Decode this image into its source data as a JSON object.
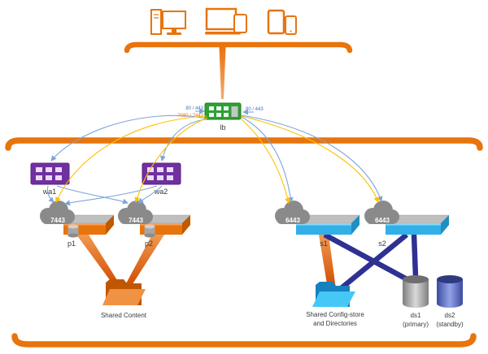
{
  "nodes": {
    "lb": "lb",
    "wa1": "wa1",
    "wa2": "wa2",
    "p1": "p1",
    "p2": "p2",
    "s1": "s1",
    "s2": "s2"
  },
  "ports": {
    "lb_left_web": "80 / 443",
    "lb_left_portal": "7080 / 7443",
    "lb_right": "80 / 443",
    "portal_cloud_1": "7443",
    "portal_cloud_2": "7443",
    "server_cloud_1": "6443",
    "server_cloud_2": "6443"
  },
  "storage": {
    "shared_content": "Shared Content",
    "config_store_line1": "Shared Config-store",
    "config_store_line2": "and Directories",
    "ds1_name": "ds1",
    "ds1_role": "(primary)",
    "ds2_name": "ds2",
    "ds2_role": "(standby)"
  },
  "colors": {
    "orange": "#E8740C",
    "green": "#2EA035",
    "purple": "#7030A0",
    "cyan": "#31B0E8",
    "cloud_gray": "#8A8A8A",
    "line_blue": "#7EA6D9",
    "line_gold": "#FFC000",
    "thick_blue": "#2E3192"
  }
}
